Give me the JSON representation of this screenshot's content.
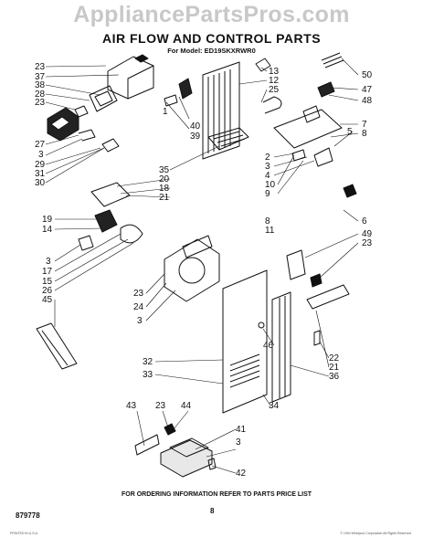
{
  "watermark": "AppliancePartsPros.com",
  "title": "AIR FLOW AND CONTROL PARTS",
  "subtitle": "For Model: ED19SKXRWR0",
  "footer_note": "FOR ORDERING INFORMATION REFER TO PARTS PRICE LIST",
  "page_number": "8",
  "diagram_code": "879778",
  "fine_print_left": "PRINTED IN U.S.A.",
  "fine_print_right": "© 1994 Whirlpool Corporation All Rights Reserved",
  "callouts": [
    "23",
    "37",
    "38",
    "28",
    "23",
    "27",
    "3",
    "29",
    "31",
    "30",
    "13",
    "12",
    "25",
    "40",
    "39",
    "50",
    "47",
    "48",
    "7",
    "8",
    "2",
    "3",
    "4",
    "5",
    "10",
    "9",
    "35",
    "20",
    "18",
    "21",
    "19",
    "14",
    "3",
    "17",
    "15",
    "26",
    "45",
    "23",
    "24",
    "3",
    "8",
    "11",
    "6",
    "49",
    "23",
    "46",
    "22",
    "21",
    "36",
    "32",
    "33",
    "34",
    "43",
    "23",
    "44",
    "41",
    "3",
    "42",
    "1"
  ]
}
